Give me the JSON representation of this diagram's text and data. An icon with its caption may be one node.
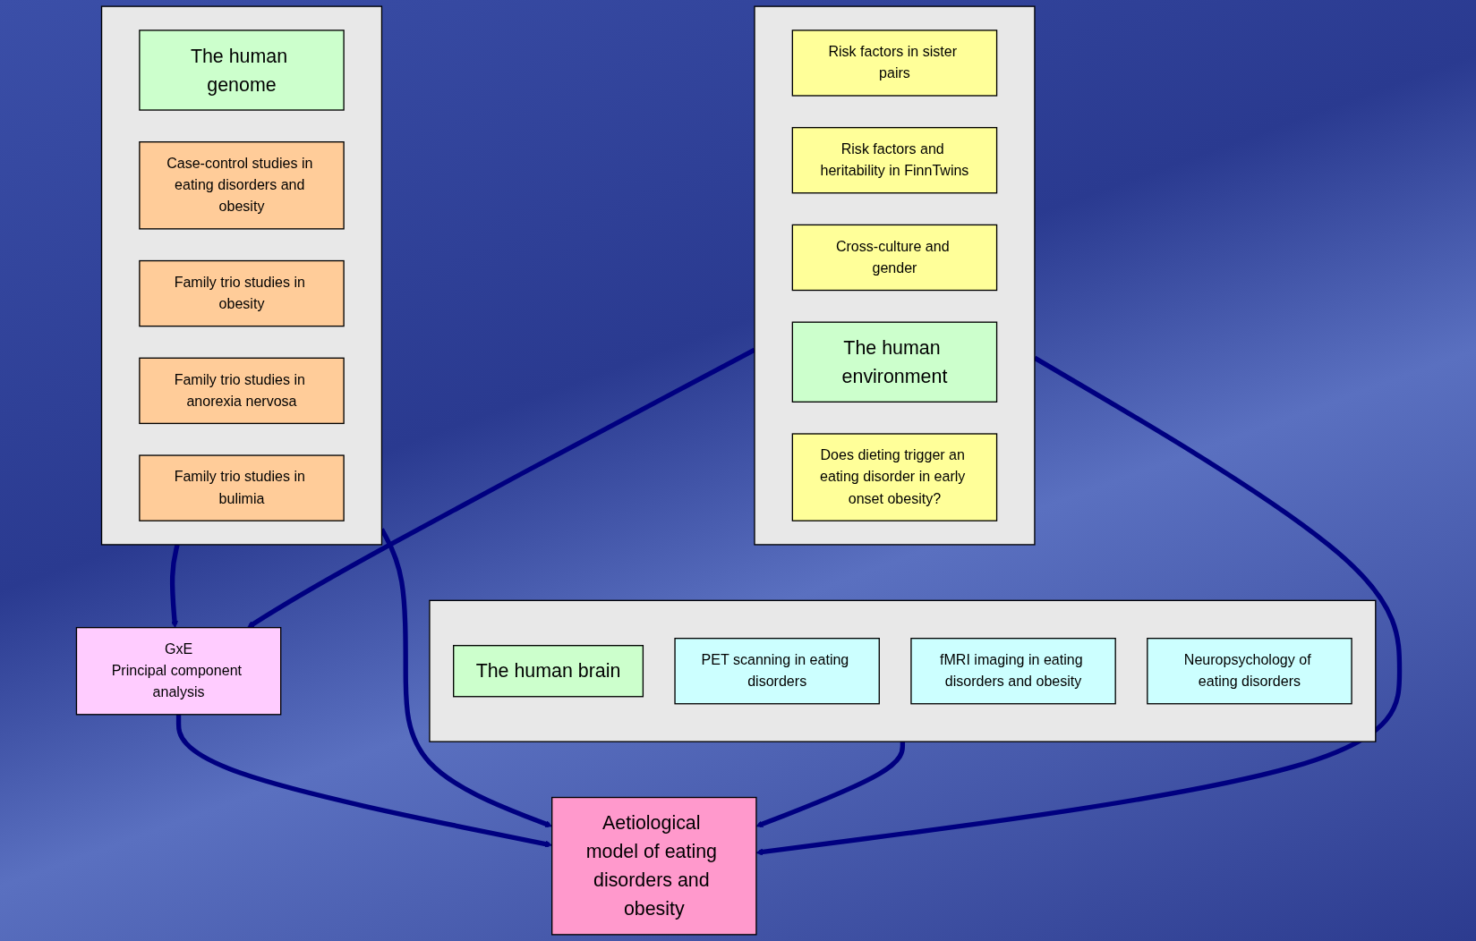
{
  "diagram": {
    "nodes": [
      {
        "text": [],
        "shape": "box"
      },
      {
        "text": [
          "The human genome"
        ],
        "in": 0
      },
      {
        "text": [
          "Case-control studies in eating disorders and obesity"
        ],
        "in": 0
      },
      {
        "text": [
          "Family trio studies in obesity"
        ],
        "in": 0
      },
      {
        "text": [
          "Family trio studies in anorexia nervosa"
        ],
        "in": 0
      },
      {
        "text": [
          "Family trio studies in bulimia"
        ],
        "in": 0
      },
      {
        "text": [],
        "shape": "box"
      },
      {
        "text": [
          "The human brain"
        ],
        "in": 6
      },
      {
        "text": [
          "PET scanning in eating disorders"
        ],
        "in": 6
      },
      {
        "text": [
          "fMRI imaging in eating disorders and obesity"
        ],
        "in": 6
      },
      {
        "text": [
          "Neuropsychology of eating disorders"
        ],
        "in": 6
      },
      {
        "text": [
          "GxE",
          "Principal component analysis"
        ]
      },
      {
        "text": [
          "Aetiological model of eating disorders and obesity"
        ]
      },
      {
        "text": [],
        "shape": "box"
      },
      {
        "text": [
          "Risk factors in sister pairs"
        ],
        "in": 13
      },
      {
        "text": [
          "Risk factors and heritability in FinnTwins"
        ],
        "in": 13
      },
      {
        "text": [
          "Cross-culture and gender"
        ],
        "in": 13
      },
      {
        "text": [
          "The human environment"
        ],
        "in": 13
      },
      {
        "text": [
          "Does dieting trigger an eating disorder in early onset obesity?"
        ],
        "in": 13
      }
    ],
    "edges": [
      {
        "from": 0,
        "to": 11,
        "arrow": "to"
      },
      {
        "from": 0,
        "to": 12,
        "arrow": "to"
      },
      {
        "from": 11,
        "to": 12,
        "arrow": "to"
      },
      {
        "from": 6,
        "to": 12,
        "arrow": "to"
      },
      {
        "from": 13,
        "to": 11,
        "arrow": "to"
      },
      {
        "from": 13,
        "to": 12,
        "arrow": "to"
      }
    ]
  }
}
